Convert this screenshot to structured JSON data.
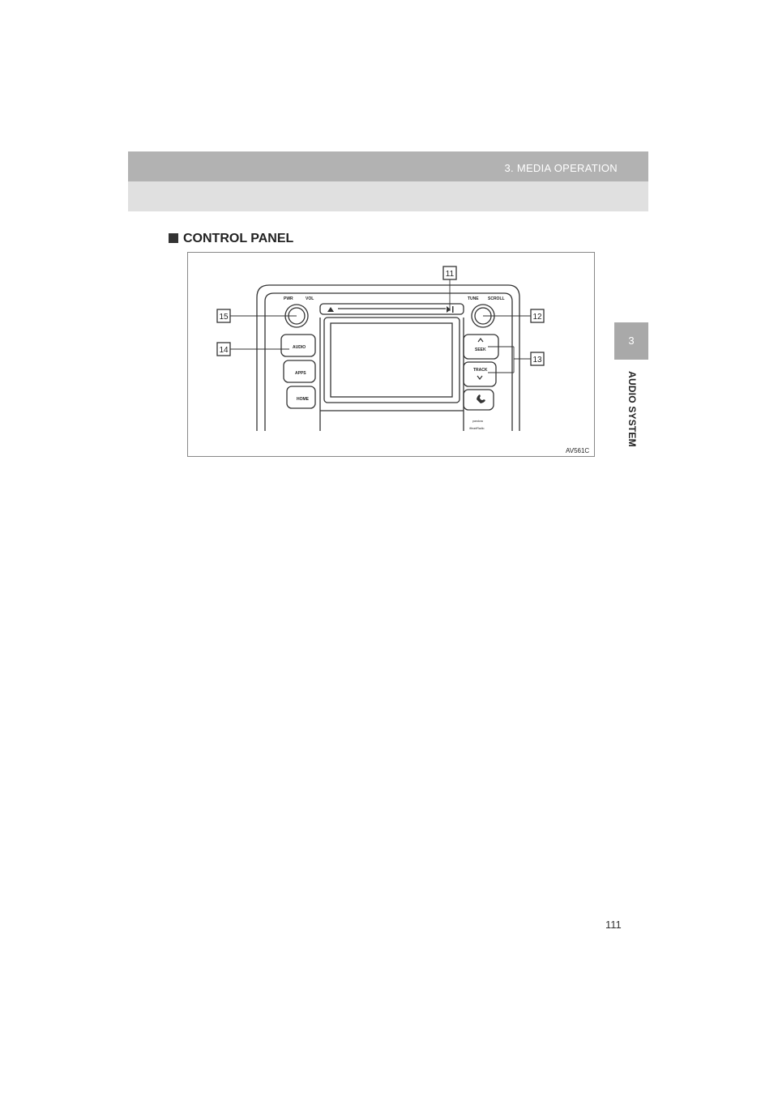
{
  "header": {
    "title": "3. MEDIA OPERATION"
  },
  "side_tab": {
    "number": "3",
    "label": "AUDIO SYSTEM"
  },
  "section": {
    "title": "CONTROL PANEL"
  },
  "figure": {
    "code": "AV561C",
    "callouts": [
      "11",
      "12",
      "13",
      "14",
      "15"
    ],
    "labels": {
      "pwr": "PWR",
      "vol": "VOL",
      "tune": "TUNE",
      "scroll": "SCROLL",
      "audio": "AUDIO",
      "apps": "APPS",
      "home": "HOME",
      "seek": "SEEK",
      "track": "TRACK",
      "logo1": "pandora",
      "logo2": "iHeartRadio"
    }
  },
  "footer": {
    "page_number": "111"
  }
}
